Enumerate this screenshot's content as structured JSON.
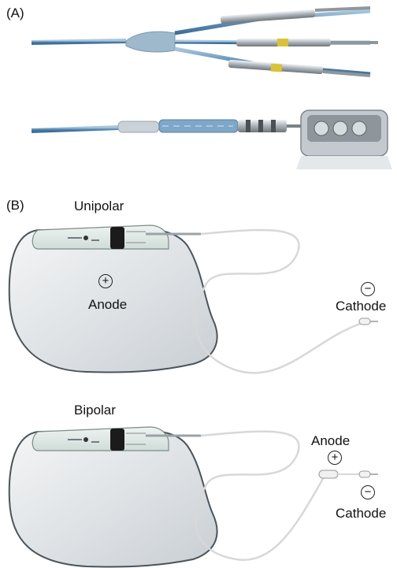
{
  "panel_a": {
    "label": "(A)"
  },
  "panel_b": {
    "label": "(B)",
    "unipolar": {
      "title": "Unipolar",
      "anode_symbol": "+",
      "anode_label": "Anode",
      "cathode_symbol": "−",
      "cathode_label": "Cathode"
    },
    "bipolar": {
      "title": "Bipolar",
      "anode_label": "Anode",
      "anode_symbol": "+",
      "cathode_symbol": "−",
      "cathode_label": "Cathode"
    }
  },
  "colors": {
    "lead_blue": "#6f9fc4",
    "connector_silver": "#b9c0c6",
    "device_fill": "#e6e9eb",
    "header_fill": "#dfe8e6",
    "wire_gray": "#d4d4d4"
  }
}
